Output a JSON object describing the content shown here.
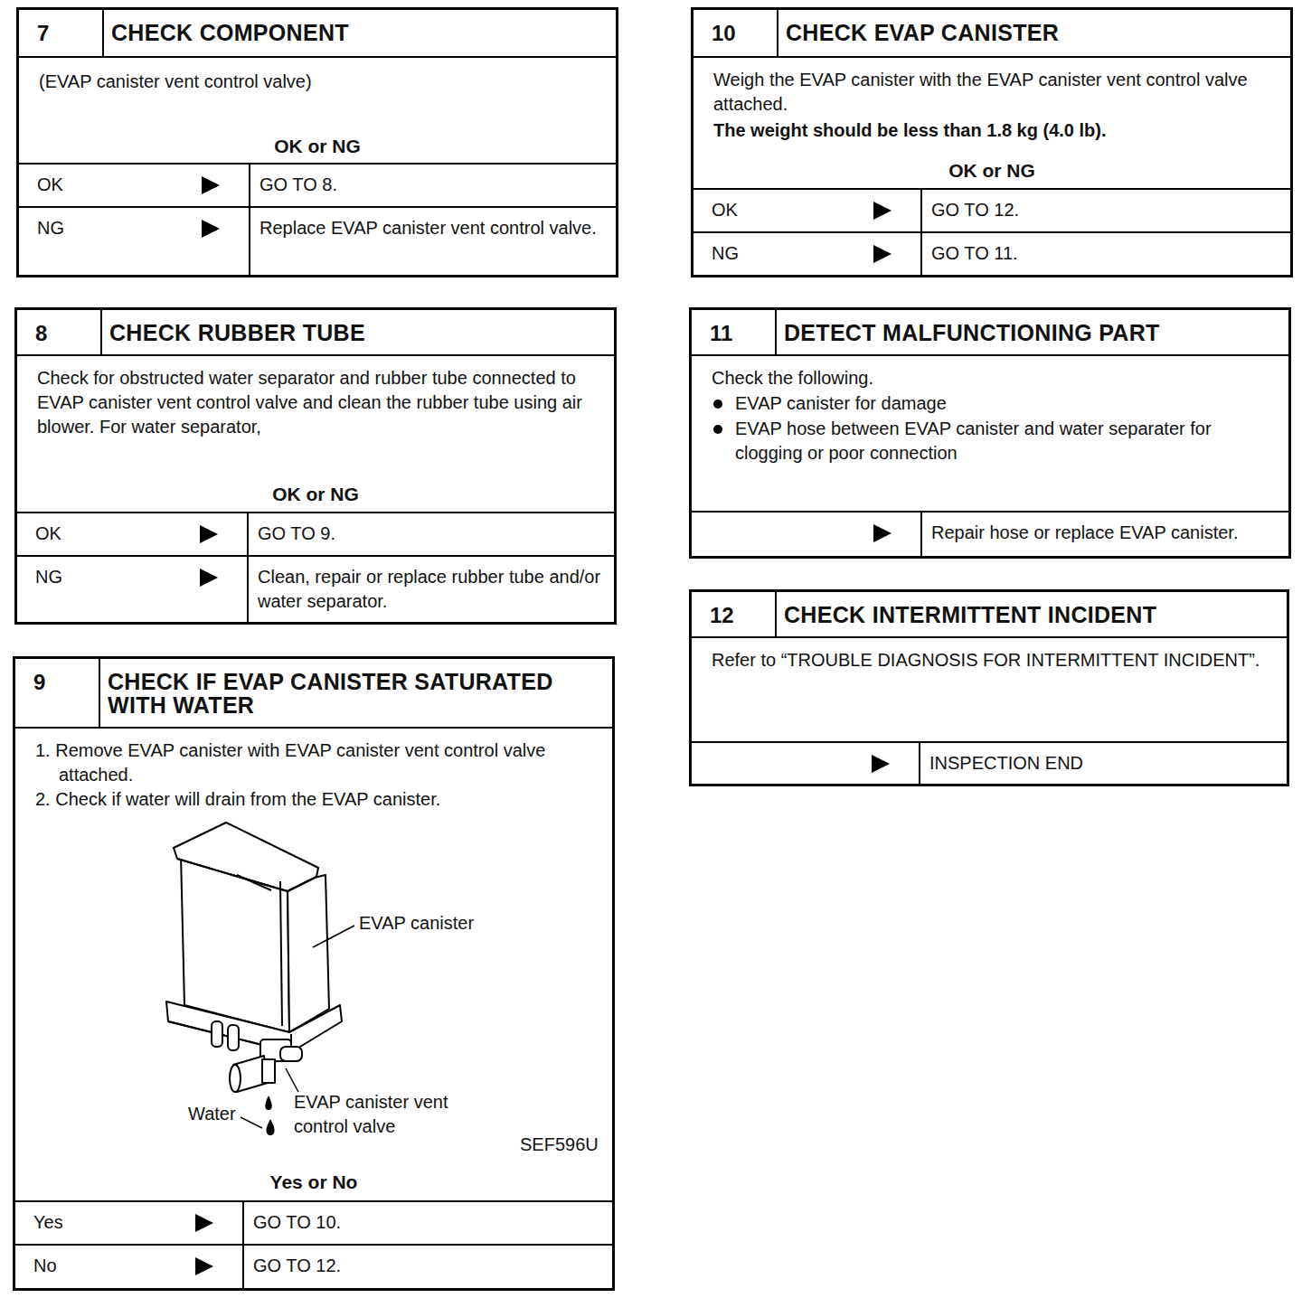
{
  "diagram": {
    "nodes": [
      {
        "text": [
          "7",
          "CHECK COMPONENT",
          "(EVAP canister vent control valve)",
          "OK or NG",
          "OK",
          "GO TO 8.",
          "NG",
          "Replace EVAP canister vent control valve."
        ]
      },
      {
        "text": [
          "8",
          "CHECK RUBBER TUBE",
          "Check for obstructed water separator and rubber tube connected to EVAP canister vent control valve and clean the rubber tube using air blower. For water separator,",
          "OK or NG",
          "OK",
          "GO TO 9.",
          "NG",
          "Clean, repair or replace rubber tube and/or water separator."
        ]
      },
      {
        "text": [
          "9",
          "CHECK IF EVAP CANISTER SATURATED WITH WATER",
          "1. Remove EVAP canister with EVAP canister vent control valve attached.",
          "2. Check if water will drain from the EVAP canister.",
          "Yes or No",
          "Yes",
          "GO TO 10.",
          "No",
          "GO TO 12."
        ]
      },
      {
        "text": [
          "10",
          "CHECK EVAP CANISTER",
          "Weigh the EVAP canister with the EVAP canister vent control valve attached.",
          "The weight should be less than 1.8 kg (4.0 lb).",
          "OK or NG",
          "OK",
          "GO TO 12.",
          "NG",
          "GO TO 11."
        ]
      },
      {
        "text": [
          "11",
          "DETECT MALFUNCTIONING PART",
          "Check the following.",
          "EVAP canister for damage",
          "EVAP hose between EVAP canister and water separater for clogging or poor connection",
          "Repair hose or replace EVAP canister."
        ]
      },
      {
        "text": [
          "12",
          "CHECK INTERMITTENT INCIDENT",
          "Refer to “TROUBLE DIAGNOSIS FOR INTERMITTENT INCIDENT”.",
          "INSPECTION END"
        ]
      }
    ],
    "labels": [
      "EVAP canister",
      "EVAP canister vent control valve",
      "Water",
      "SEF596U"
    ]
  }
}
